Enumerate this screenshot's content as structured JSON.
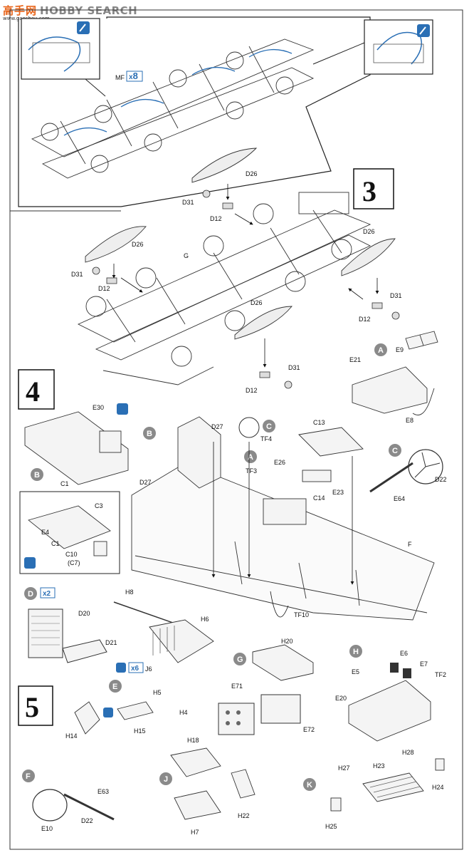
{
  "watermark": {
    "chinese": "高手网",
    "brand": "HOBBY SEARCH",
    "url": "www.gaoshou.com"
  },
  "steps": {
    "s3": "3",
    "s4": "4",
    "s5": "5"
  },
  "step3": {
    "mf": "MF",
    "mf_mult": "x8",
    "mf_mult_x": "x",
    "mf_mult_n": "8",
    "d26": "D26",
    "d31": "D31",
    "d12": "D12",
    "g": "G"
  },
  "step4": {
    "e30": "E30",
    "c1": "C1",
    "c3": "C3",
    "e4": "E4",
    "c10": "C10",
    "c7": "(C7)",
    "d27": "D27",
    "tf4": "TF4",
    "tf3": "TF3",
    "e26": "E26",
    "c13": "C13",
    "c14": "C14",
    "e23": "E23",
    "f": "F",
    "e21": "E21",
    "e9": "E9",
    "e8": "E8",
    "e64": "E64",
    "d22": "D22",
    "tf10": "TF10",
    "badge_a": "A",
    "badge_b": "B",
    "badge_c": "C"
  },
  "step5": {
    "d20": "D20",
    "d21": "D21",
    "d_mult": "x2",
    "h8": "H8",
    "h6": "H6",
    "j6": "J6",
    "j6_mult": "x6",
    "h5": "H5",
    "h4": "H4",
    "h14": "H14",
    "h15": "H15",
    "h20": "H20",
    "e71": "E71",
    "e72": "E72",
    "e5": "E5",
    "e6": "E6",
    "e7": "E7",
    "tf2": "TF2",
    "e20": "E20",
    "h18": "H18",
    "h22": "H22",
    "h7": "H7",
    "h27": "H27",
    "h23": "H23",
    "h28": "H28",
    "h24": "H24",
    "h25": "H25",
    "e63": "E63",
    "e10": "E10",
    "d22": "D22",
    "badge_d": "D",
    "badge_e": "E",
    "badge_f": "F",
    "badge_g": "G",
    "badge_h": "H",
    "badge_j": "J",
    "badge_k": "K"
  },
  "colors": {
    "badge_fill": "#8a8a8a",
    "accent_blue": "#2a6fb5",
    "line": "#222222"
  }
}
